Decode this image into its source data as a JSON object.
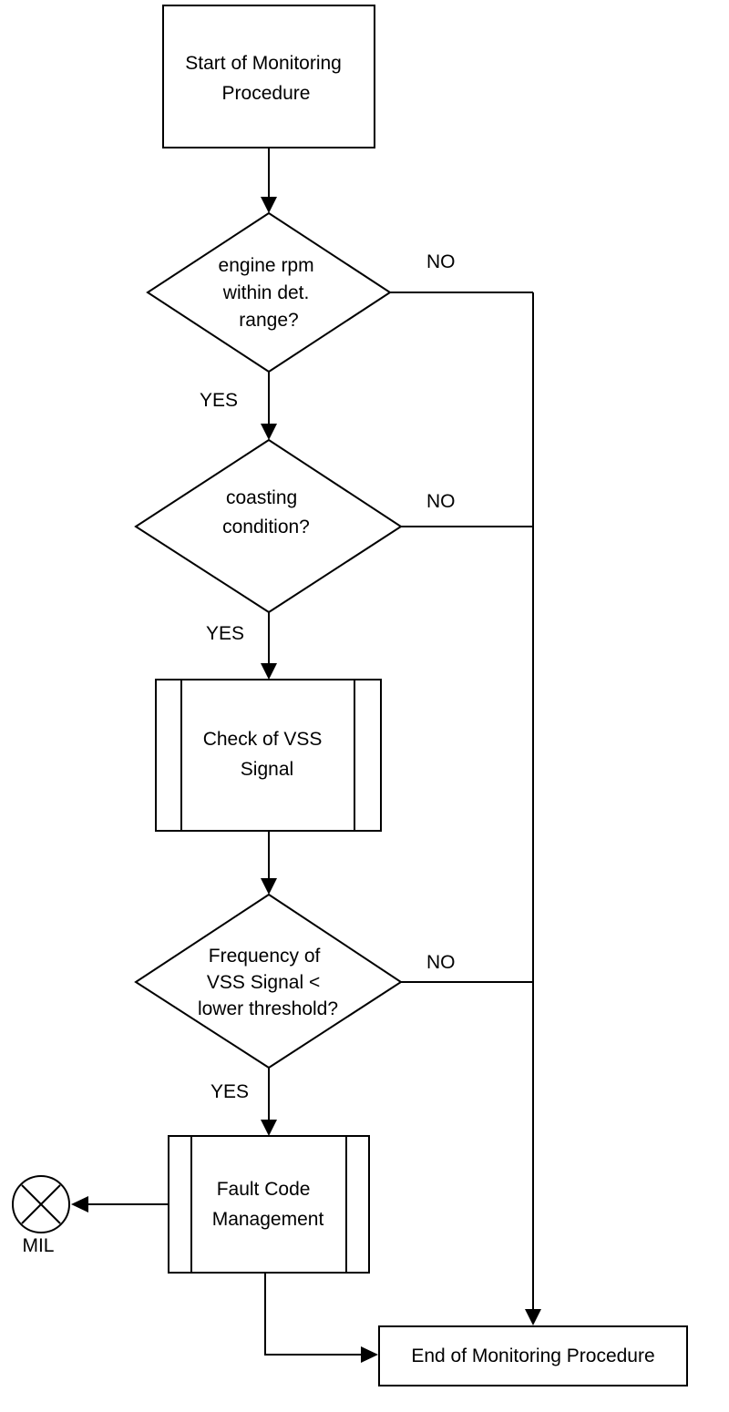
{
  "colors": {
    "stroke": "#000000",
    "fill": "#ffffff",
    "text": "#000000"
  },
  "nodes": {
    "start": {
      "shape": "rectangle",
      "lines": [
        "Start of Monitoring",
        "Procedure"
      ]
    },
    "rpm_check": {
      "shape": "diamond",
      "lines": [
        "engine rpm",
        "within det.",
        "range?"
      ]
    },
    "coasting_check": {
      "shape": "diamond",
      "lines": [
        "coasting",
        "condition?"
      ]
    },
    "vss_check": {
      "shape": "predefined-process",
      "lines": [
        "Check of VSS",
        "Signal"
      ]
    },
    "frequency_check": {
      "shape": "diamond",
      "lines": [
        "Frequency of",
        "VSS Signal <",
        "lower threshold?"
      ]
    },
    "fault_code": {
      "shape": "predefined-process",
      "lines": [
        "Fault Code",
        "Management"
      ]
    },
    "end": {
      "shape": "rectangle",
      "lines": [
        "End of Monitoring Procedure"
      ]
    },
    "mil": {
      "shape": "lamp-symbol",
      "label": "MIL",
      "icon": "lamp-cross-icon"
    }
  },
  "edge_labels": {
    "rpm_no": "NO",
    "rpm_yes": "YES",
    "coasting_no": "NO",
    "coasting_yes": "YES",
    "frequency_no": "NO",
    "frequency_yes": "YES"
  }
}
